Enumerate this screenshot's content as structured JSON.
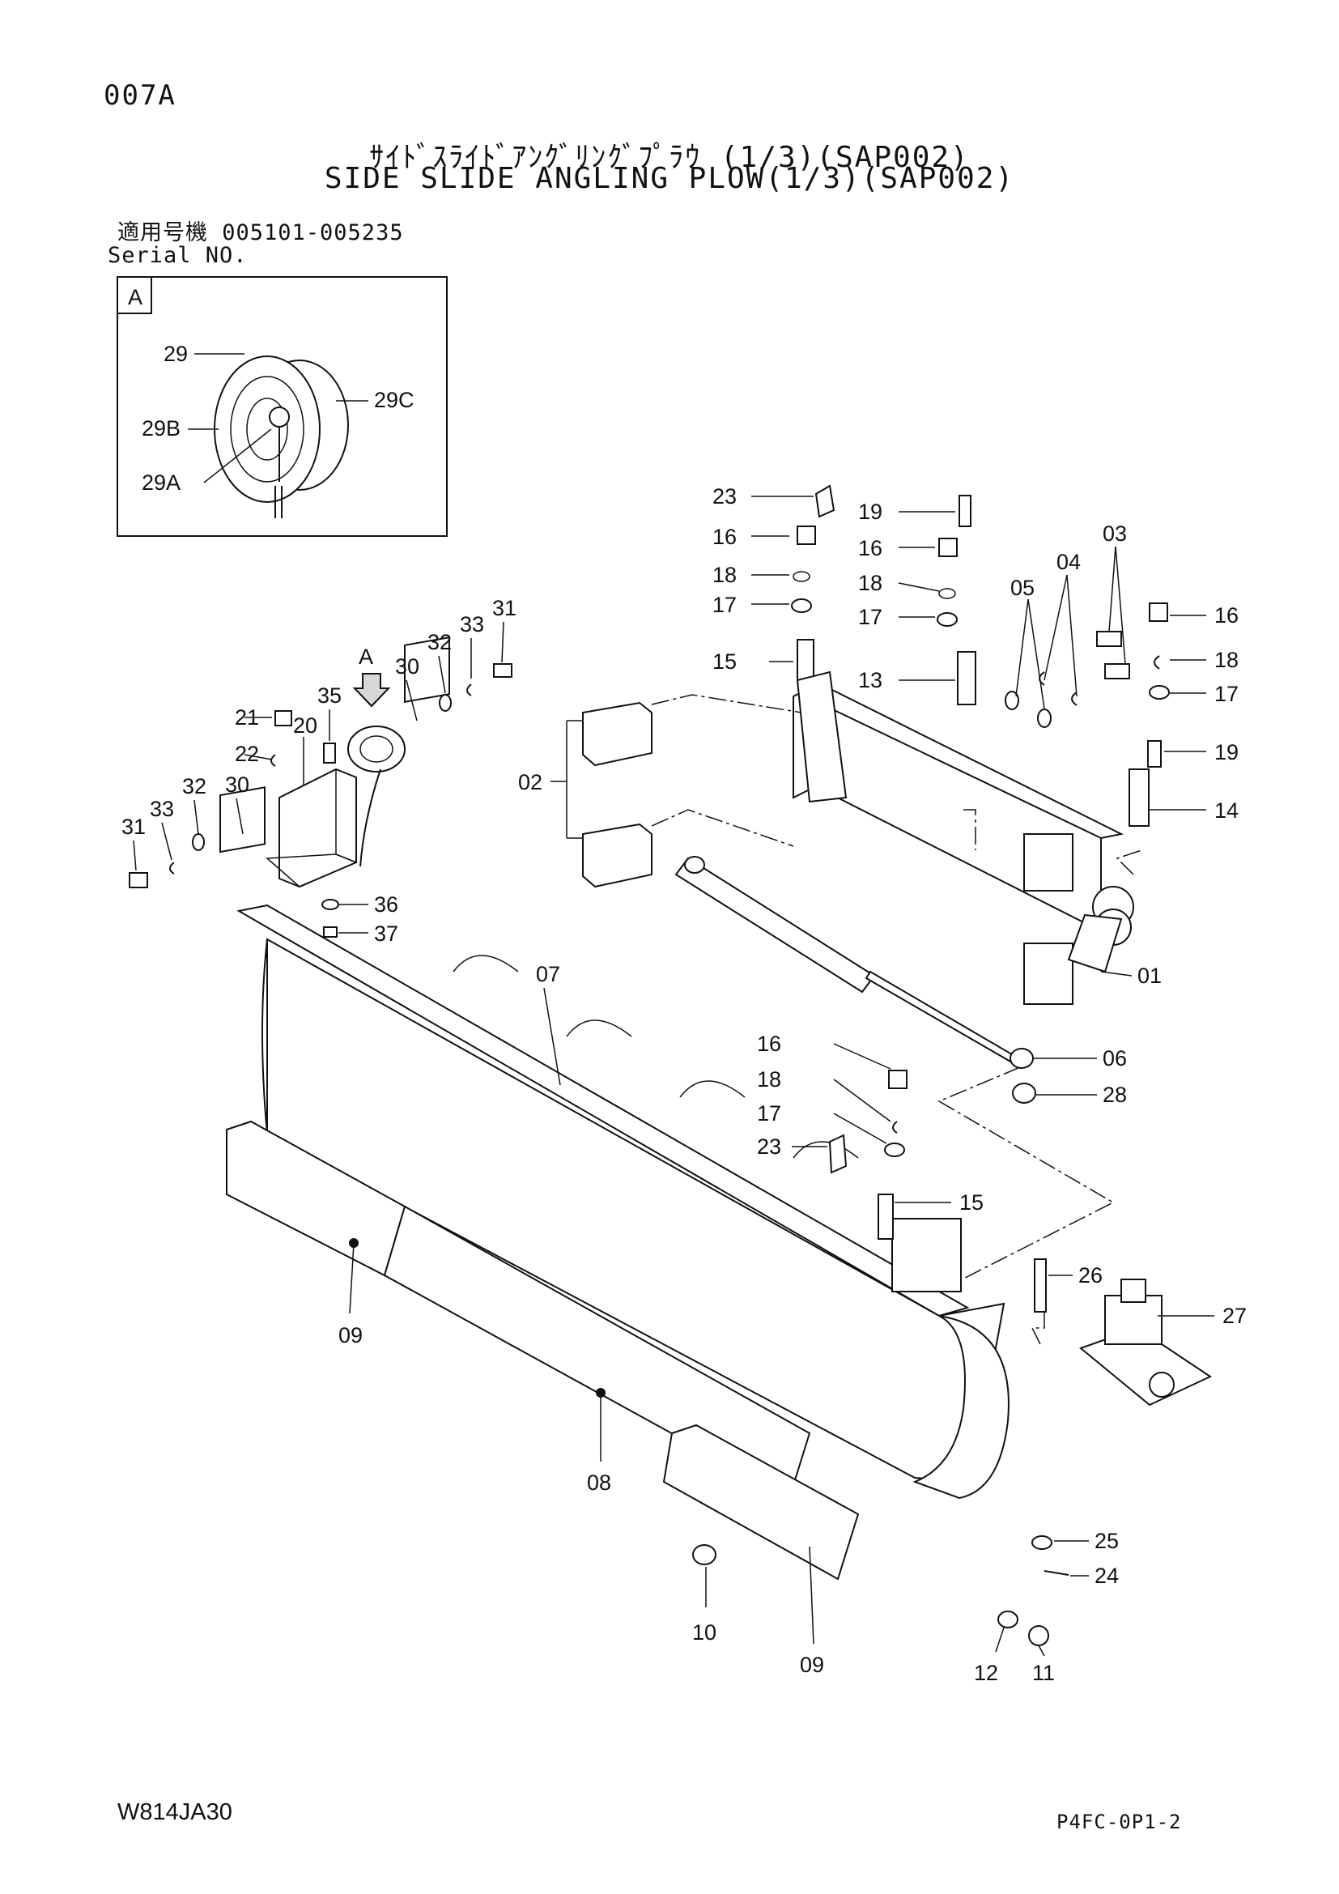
{
  "header": {
    "page_id": "007A",
    "title_jp": "ｻｲﾄﾞｽﾗｲﾄﾞｱﾝｸﾞﾘﾝｸﾞﾌﾟﾗｳ (1/3)(SAP002)",
    "title_en": "SIDE SLIDE ANGLING PLOW(1/3)(SAP002)",
    "serial_jp": "適用号機 005101-005235",
    "serial_en": "Serial NO."
  },
  "detail": {
    "box_label": "A",
    "view_arrow_label": "A",
    "callouts": {
      "c29": "29",
      "c29a": "29A",
      "c29b": "29B",
      "c29c": "29C"
    }
  },
  "callouts": {
    "c01": "01",
    "c02": "02",
    "c03": "03",
    "c04": "04",
    "c05": "05",
    "c06": "06",
    "c07": "07",
    "c08": "08",
    "c09a": "09",
    "c09b": "09",
    "c10": "10",
    "c11": "11",
    "c12": "12",
    "c13": "13",
    "c14": "14",
    "c15a": "15",
    "c15b": "15",
    "c16a": "16",
    "c16b": "16",
    "c16c": "16",
    "c16d": "16",
    "c17a": "17",
    "c17b": "17",
    "c17c": "17",
    "c17d": "17",
    "c18a": "18",
    "c18b": "18",
    "c18c": "18",
    "c18d": "18",
    "c19a": "19",
    "c19b": "19",
    "c20": "20",
    "c21": "21",
    "c22": "22",
    "c23a": "23",
    "c23b": "23",
    "c24": "24",
    "c25": "25",
    "c26": "26",
    "c27": "27",
    "c28": "28",
    "c30a": "30",
    "c30b": "30",
    "c31a": "31",
    "c31b": "31",
    "c32a": "32",
    "c32b": "32",
    "c33a": "33",
    "c33b": "33",
    "c35": "35",
    "c36": "36",
    "c37": "37"
  },
  "footer": {
    "doc_code": "W814JA30",
    "page_code": "P4FC-0P1-2"
  }
}
